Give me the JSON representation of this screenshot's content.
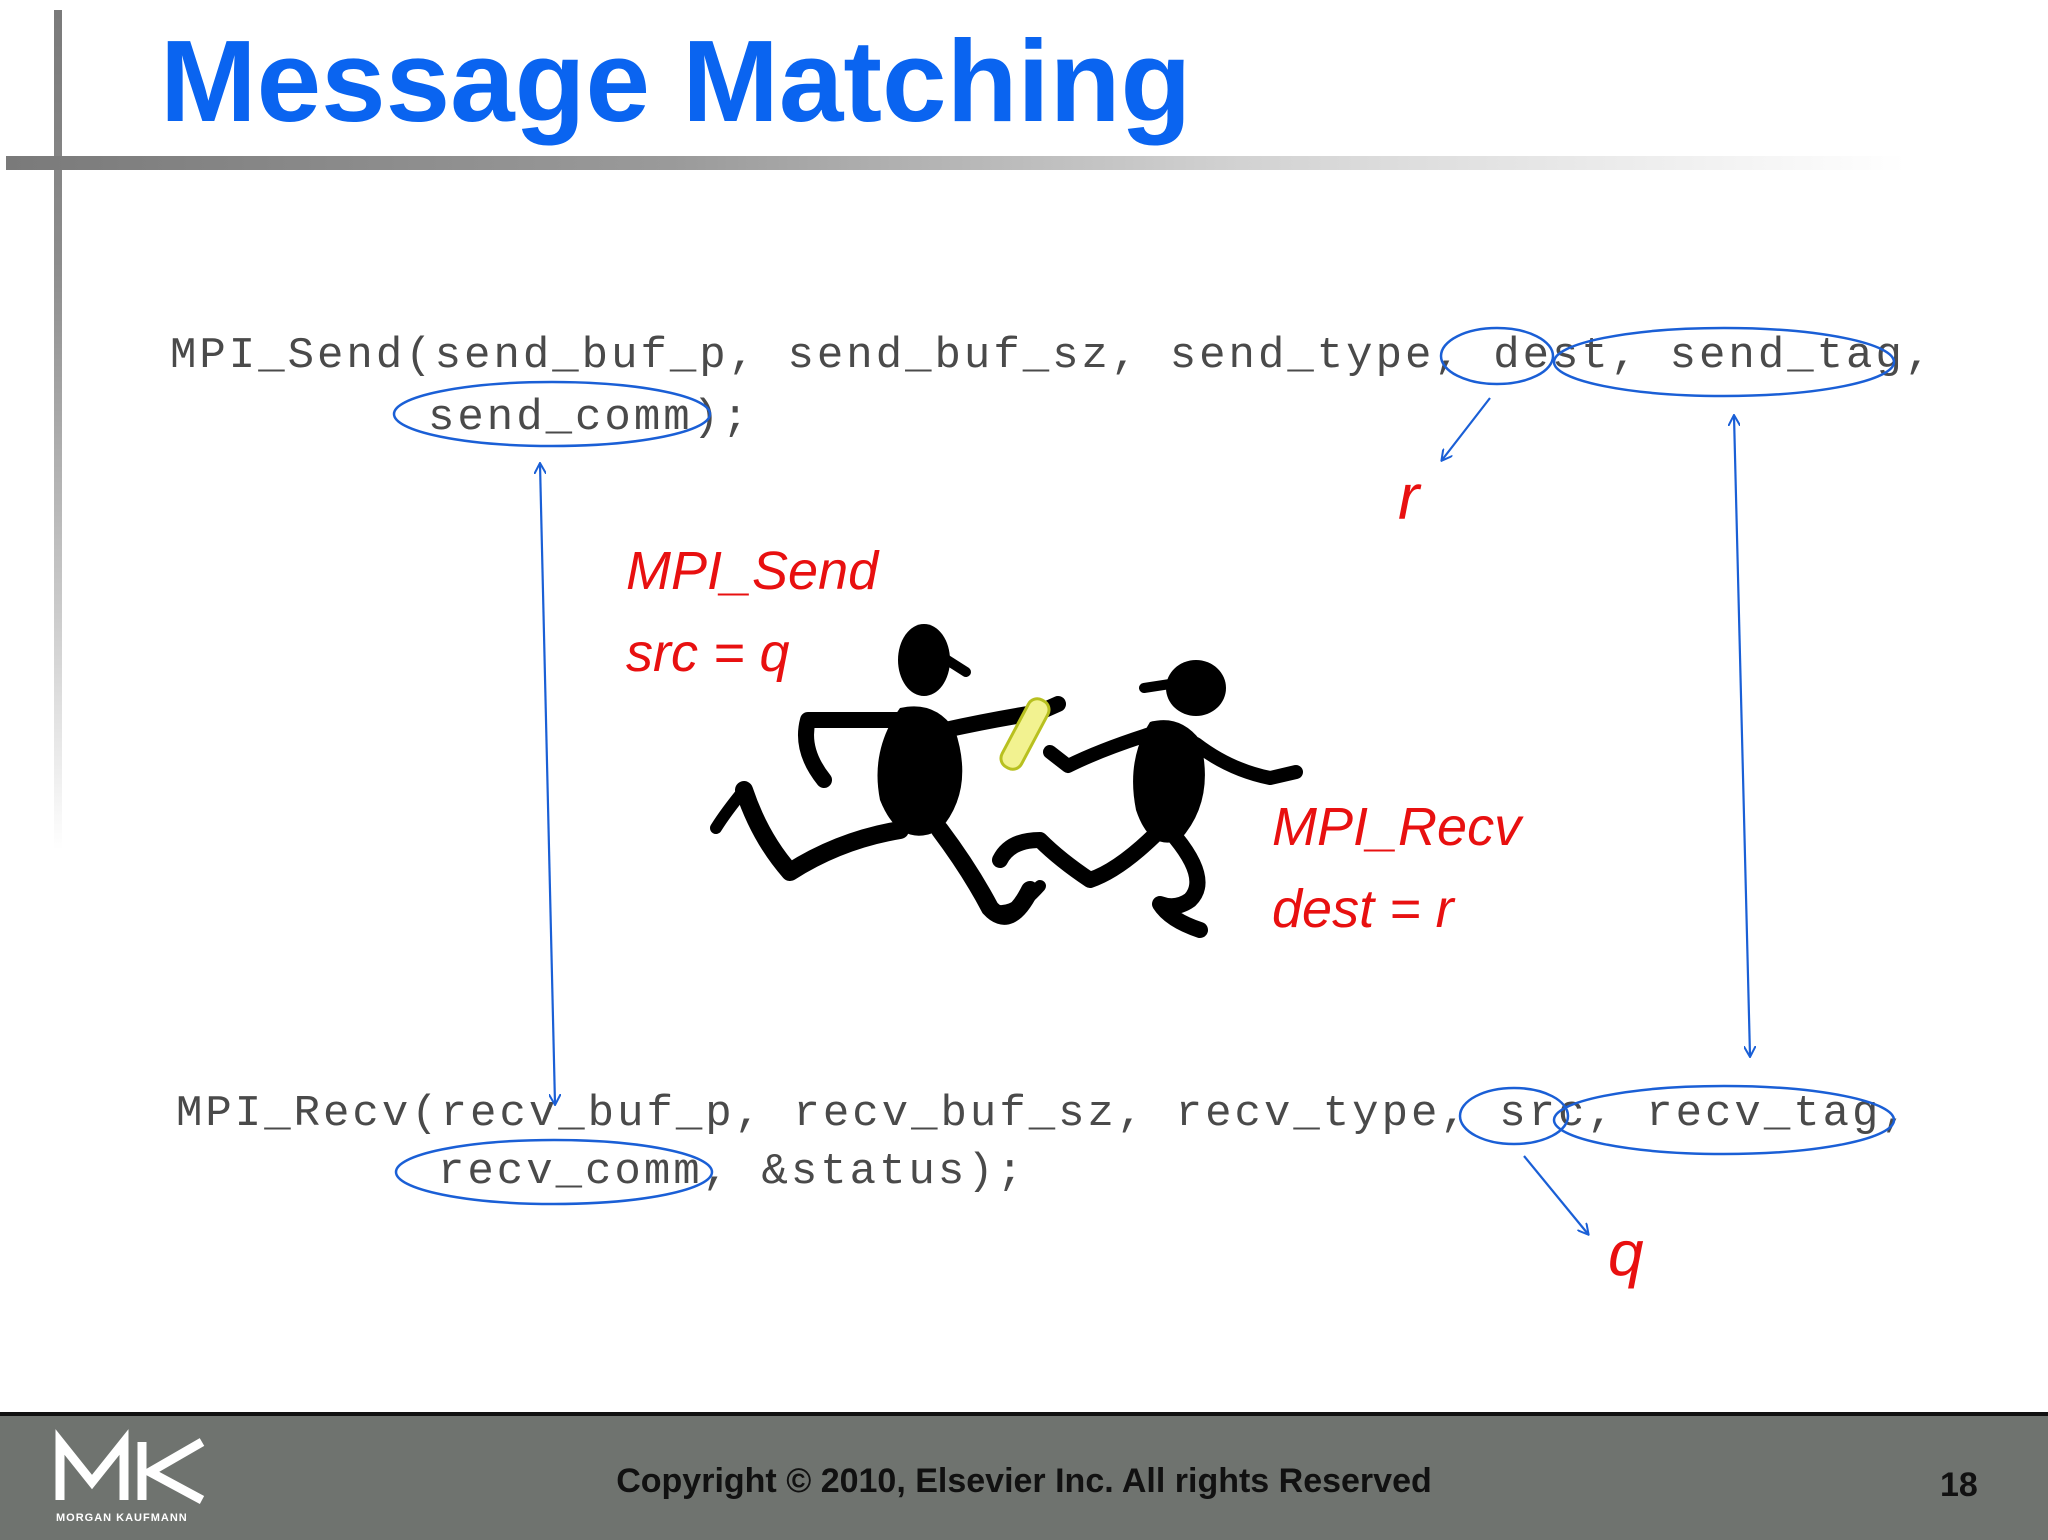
{
  "slide": {
    "title": "Message Matching",
    "page_number": "18"
  },
  "code": {
    "send_line1": "MPI_Send(send_buf_p, send_buf_sz, send_type, dest, send_tag,",
    "send_line2": "send_comm);",
    "recv_line1": "MPI_Recv(recv_buf_p, recv_buf_sz, recv_type, src, recv_tag,",
    "recv_line2": "recv_comm, &status);"
  },
  "annotations": {
    "r_label": "r",
    "q_label": "q",
    "send_label": "MPI_Send",
    "send_src": "src = q",
    "recv_label": "MPI_Recv",
    "recv_dest": "dest  = r"
  },
  "footer": {
    "copyright": "Copyright © 2010, Elsevier Inc. All rights Reserved",
    "logo_sub": "MORGAN KAUFMANN"
  },
  "colors": {
    "title": "#0a64f0",
    "annotation_red": "#e81010",
    "circle_blue": "#1a5fd6",
    "footer_bg": "#6f736f"
  },
  "icons": {
    "logo": "mk-logo-icon",
    "illustration": "relay-runners-illustration"
  }
}
